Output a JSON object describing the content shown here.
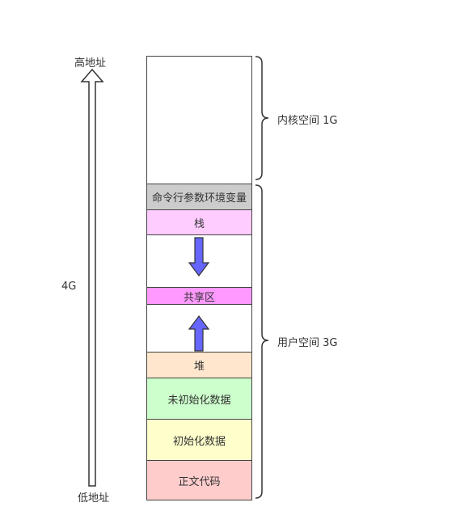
{
  "address": {
    "high_label": "高地址",
    "low_label": "低地址",
    "size_label": "4G"
  },
  "segments": [
    {
      "label": "",
      "color": "#ffffff"
    },
    {
      "label": "命令行参数环境变量",
      "color": "#cccccc"
    },
    {
      "label": "栈",
      "color": "#ffccff"
    },
    {
      "label": "",
      "color": "#ffffff"
    },
    {
      "label": "共享区",
      "color": "#ff99ff"
    },
    {
      "label": "",
      "color": "#ffffff"
    },
    {
      "label": "堆",
      "color": "#ffe6cc"
    },
    {
      "label": "未初始化数据",
      "color": "#ccffcc"
    },
    {
      "label": "初始化数据",
      "color": "#ffffcc"
    },
    {
      "label": "正文代码",
      "color": "#ffcccc"
    }
  ],
  "regions": {
    "kernel_label": "内核空间 1G",
    "user_label": "用户空间 3G"
  },
  "arrow_color": "#6666ff"
}
